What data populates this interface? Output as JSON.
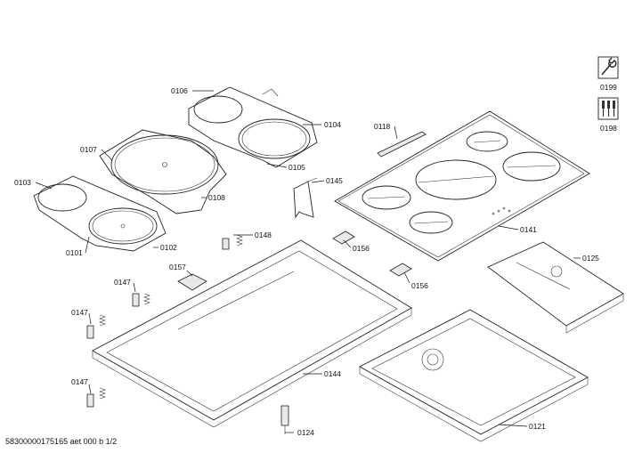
{
  "labels": {
    "p0106": "0106",
    "p0104": "0104",
    "p0107": "0107",
    "p0105": "0105",
    "p0103": "0103",
    "p0108": "0108",
    "p0101": "0101",
    "p0102": "0102",
    "p0118": "0118",
    "p0145": "0145",
    "p0148": "0148",
    "p0156a": "0156",
    "p0156b": "0156",
    "p0141": "0141",
    "p0157": "0157",
    "p0147a": "0147",
    "p0147b": "0147",
    "p0147c": "0147",
    "p0125": "0125",
    "p0144": "0144",
    "p0121": "0121",
    "p0124": "0124",
    "p0199": "0199",
    "p0198": "0198"
  },
  "icons": {
    "service": "service-tool-icon",
    "tools": "tools-set-icon"
  },
  "footer": {
    "doc_ref": "58300000175165 aet 000 b 1/2"
  }
}
